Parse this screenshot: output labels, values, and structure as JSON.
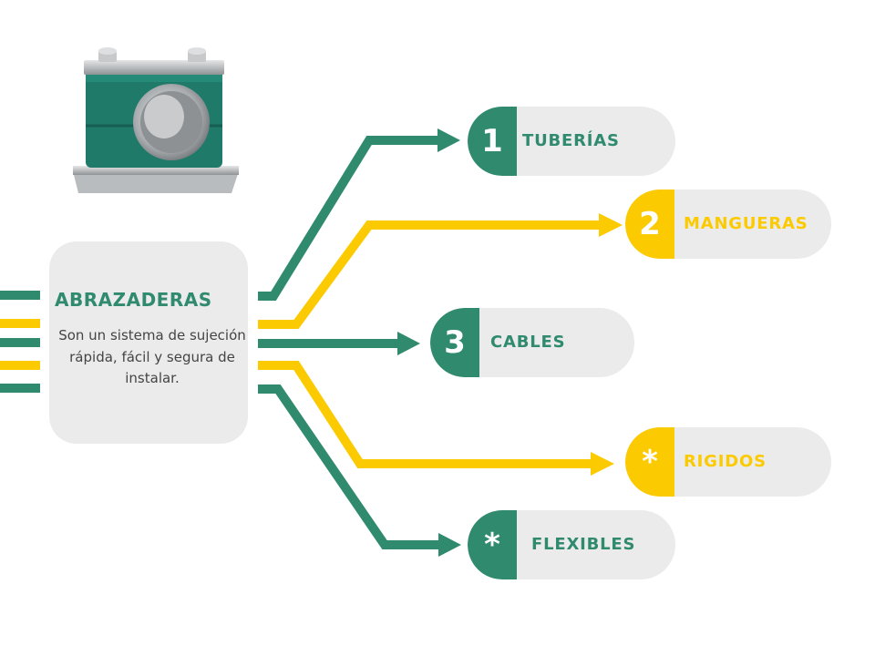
{
  "center": {
    "title": "ABRAZADERAS",
    "description": "Son un sistema de sujeción rápida, fácil y segura de instalar."
  },
  "colors": {
    "green": "#2f8a6e",
    "yellow": "#fcca00",
    "box_bg": "#ebebeb"
  },
  "image": {
    "icon": "pipe-clamp-icon"
  },
  "branches": [
    {
      "badge": "1",
      "label": "TUBERÍAS",
      "color": "green"
    },
    {
      "badge": "2",
      "label": "MANGUERAS",
      "color": "yellow"
    },
    {
      "badge": "3",
      "label": "CABLES",
      "color": "green"
    },
    {
      "badge": "*",
      "label": "RIGIDOS",
      "color": "yellow"
    },
    {
      "badge": "*",
      "label": "FLEXIBLES",
      "color": "green"
    }
  ]
}
